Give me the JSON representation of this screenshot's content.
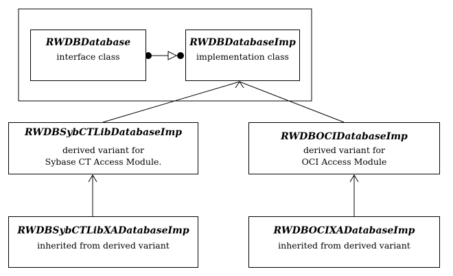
{
  "boxes": {
    "database": {
      "title": "RWDBDatabase",
      "description": "interface class"
    },
    "database_imp": {
      "title": "RWDBDatabaseImp",
      "description": "implementation class"
    },
    "sybase_imp": {
      "title": "RWDBSybCTLibDatabaseImp",
      "description_line1": "derived variant for",
      "description_line2": "Sybase CT Access Module."
    },
    "oci_imp": {
      "title": "RWDBOCIDatabaseImp",
      "description_line1": "derived variant for",
      "description_line2": "OCI Access Module"
    },
    "sybase_xa_imp": {
      "title": "RWDBSybCTLibXADatabaseImp",
      "description": "inherited from derived variant"
    },
    "oci_xa_imp": {
      "title": "RWDBOCIXADatabaseImp",
      "description": "inherited from derived variant"
    }
  },
  "relationships": [
    {
      "from": "database",
      "to": "database_imp",
      "type": "bridge"
    },
    {
      "from": "sybase_imp",
      "to": "database_imp",
      "type": "inheritance"
    },
    {
      "from": "oci_imp",
      "to": "database_imp",
      "type": "inheritance"
    },
    {
      "from": "sybase_xa_imp",
      "to": "sybase_imp",
      "type": "inheritance"
    },
    {
      "from": "oci_xa_imp",
      "to": "oci_imp",
      "type": "inheritance"
    }
  ]
}
